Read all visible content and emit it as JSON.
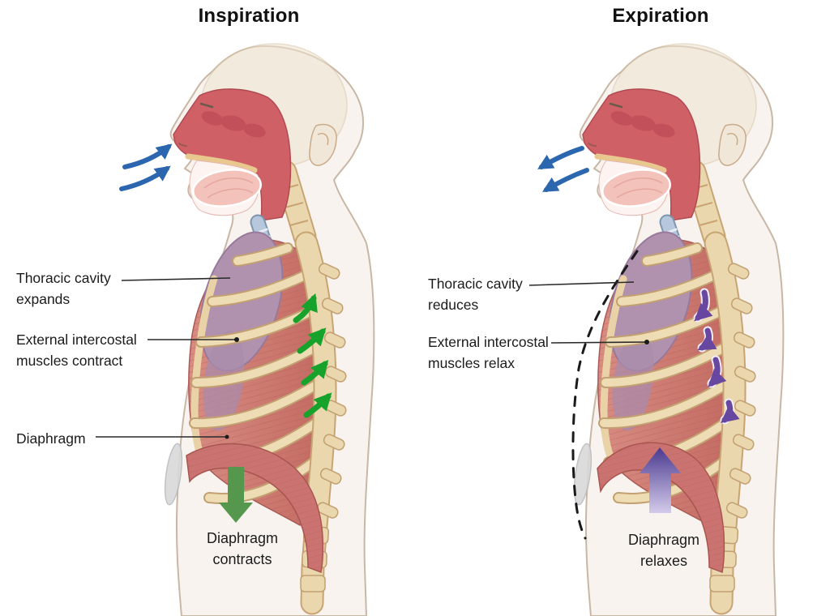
{
  "panels": {
    "inspiration": {
      "title": "Inspiration",
      "label_thoracic": "Thoracic cavity\nexpands",
      "label_intercostal": "External intercostal\nmuscles contract",
      "label_diaphragm": "Diaphragm",
      "caption": "Diaphragm\ncontracts",
      "airflow_direction": "in",
      "rib_arrow_direction": "up",
      "diaphragm_arrow_direction": "down"
    },
    "expiration": {
      "title": "Expiration",
      "label_thoracic": "Thoracic cavity\nreduces",
      "label_intercostal": "External intercostal\nmuscles relax",
      "caption": "Diaphragm\nrelaxes",
      "airflow_direction": "out",
      "rib_arrow_direction": "down",
      "diaphragm_arrow_direction": "up"
    }
  },
  "colors": {
    "air_arrow": "#2b66ae",
    "rib_elevation_arrow": "#17a32b",
    "diaphragm_contract_arrow": "#55984d",
    "rib_depression_arrow": "#6847a0",
    "diaphragm_relax_arrow_dark": "#4a3990",
    "diaphragm_relax_arrow_light": "#d3cbea",
    "bone": "#ead7ad",
    "muscle": "#cf7a71",
    "lung": "#b192ae",
    "diaphragm": "#ca7370",
    "label_text": "#1b1b1b"
  }
}
